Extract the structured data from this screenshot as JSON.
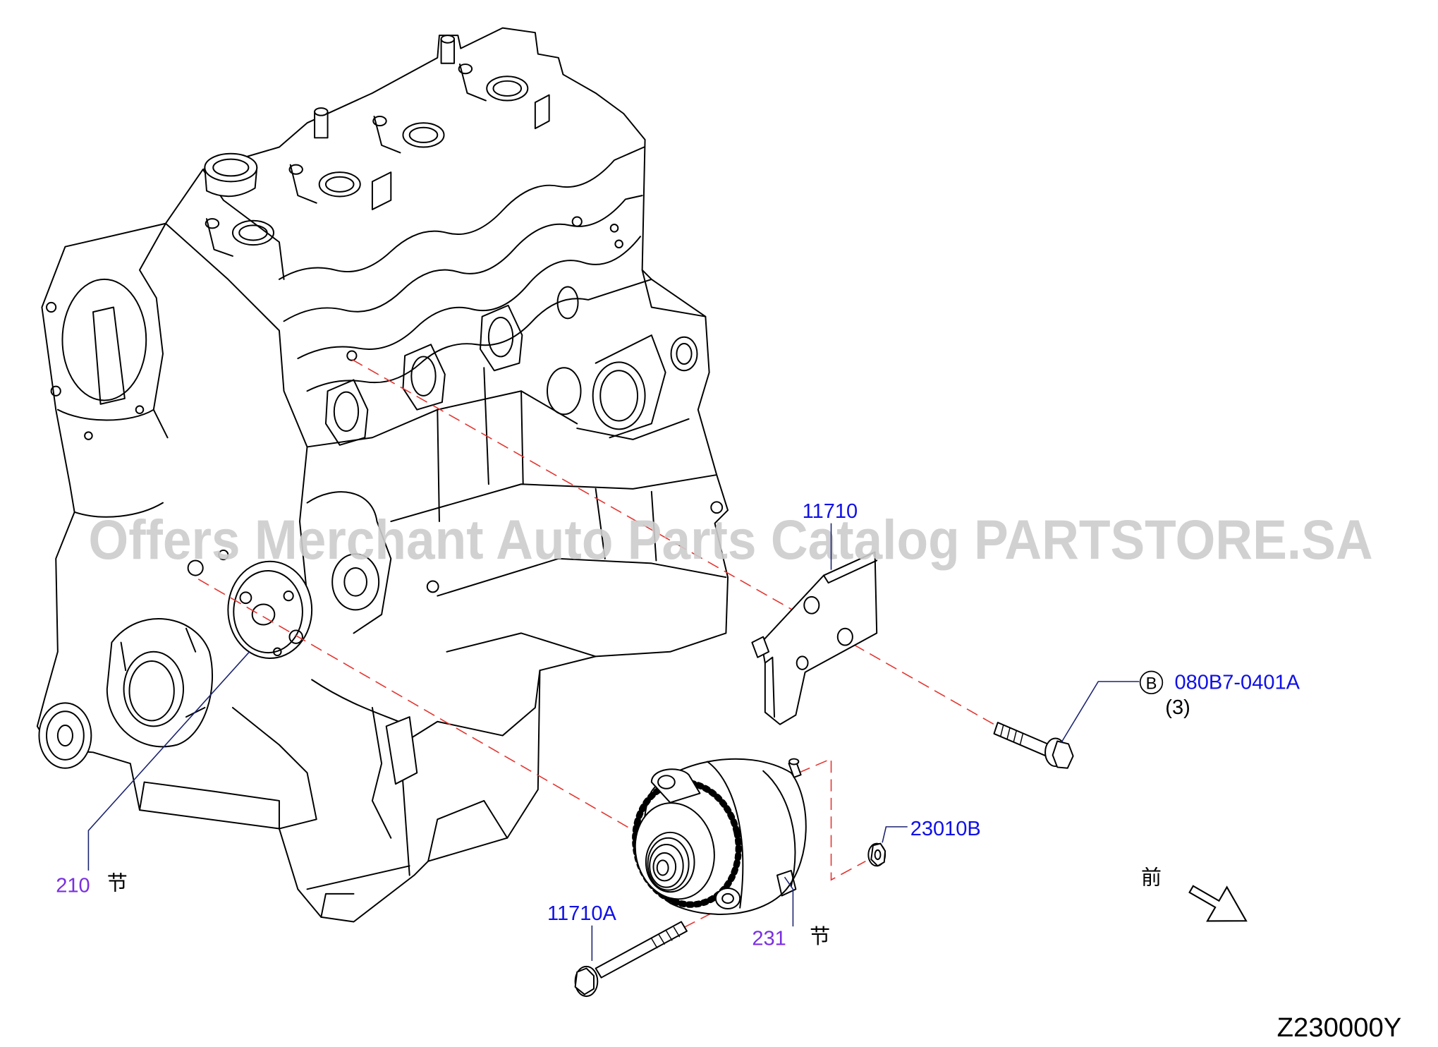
{
  "watermark": "Offers Merchant Auto Parts Catalog PARTSTORE.SA",
  "diagram_id": "Z230000Y",
  "front_marker": {
    "label": "前",
    "icon": "front-direction-arrow-icon"
  },
  "callouts": {
    "bracket": {
      "part_no": "11710"
    },
    "bracket_bolt": {
      "ref_circle": "B",
      "part_no": "080B7-0401A",
      "qty": "(3)"
    },
    "nut": {
      "part_no": "23010B"
    },
    "pulley": {
      "part_no": "210",
      "section_mark": "节"
    },
    "alternator": {
      "part_no": "231",
      "section_mark": "节"
    },
    "alternator_bolt": {
      "part_no": "11710A"
    }
  },
  "colors": {
    "part_number_blue": "#1010e8",
    "section_number_purple": "#7a2fe0",
    "assembly_dash_red": "#e3342f",
    "watermark_grey": "#cdcdcd"
  }
}
